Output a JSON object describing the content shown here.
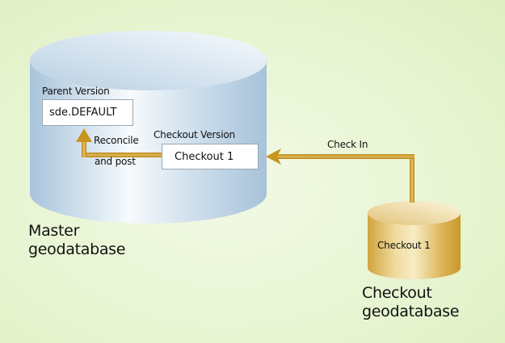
{
  "diagram": {
    "master": {
      "title_line1": "Master",
      "title_line2": "geodatabase",
      "parent_version_label": "Parent Version",
      "parent_version_value": "sde.DEFAULT",
      "checkout_version_label": "Checkout Version",
      "checkout_version_value": "Checkout 1",
      "color": "#b8d0e4"
    },
    "checkout": {
      "title_line1": "Checkout",
      "title_line2": "geodatabase",
      "version_name": "Checkout 1",
      "color": "#d9b04a"
    },
    "arrows": {
      "reconcile_line1": "Reconcile",
      "reconcile_line2": "and post",
      "check_in": "Check In",
      "color": "#c8951e"
    },
    "background": "#eaf6d6"
  }
}
